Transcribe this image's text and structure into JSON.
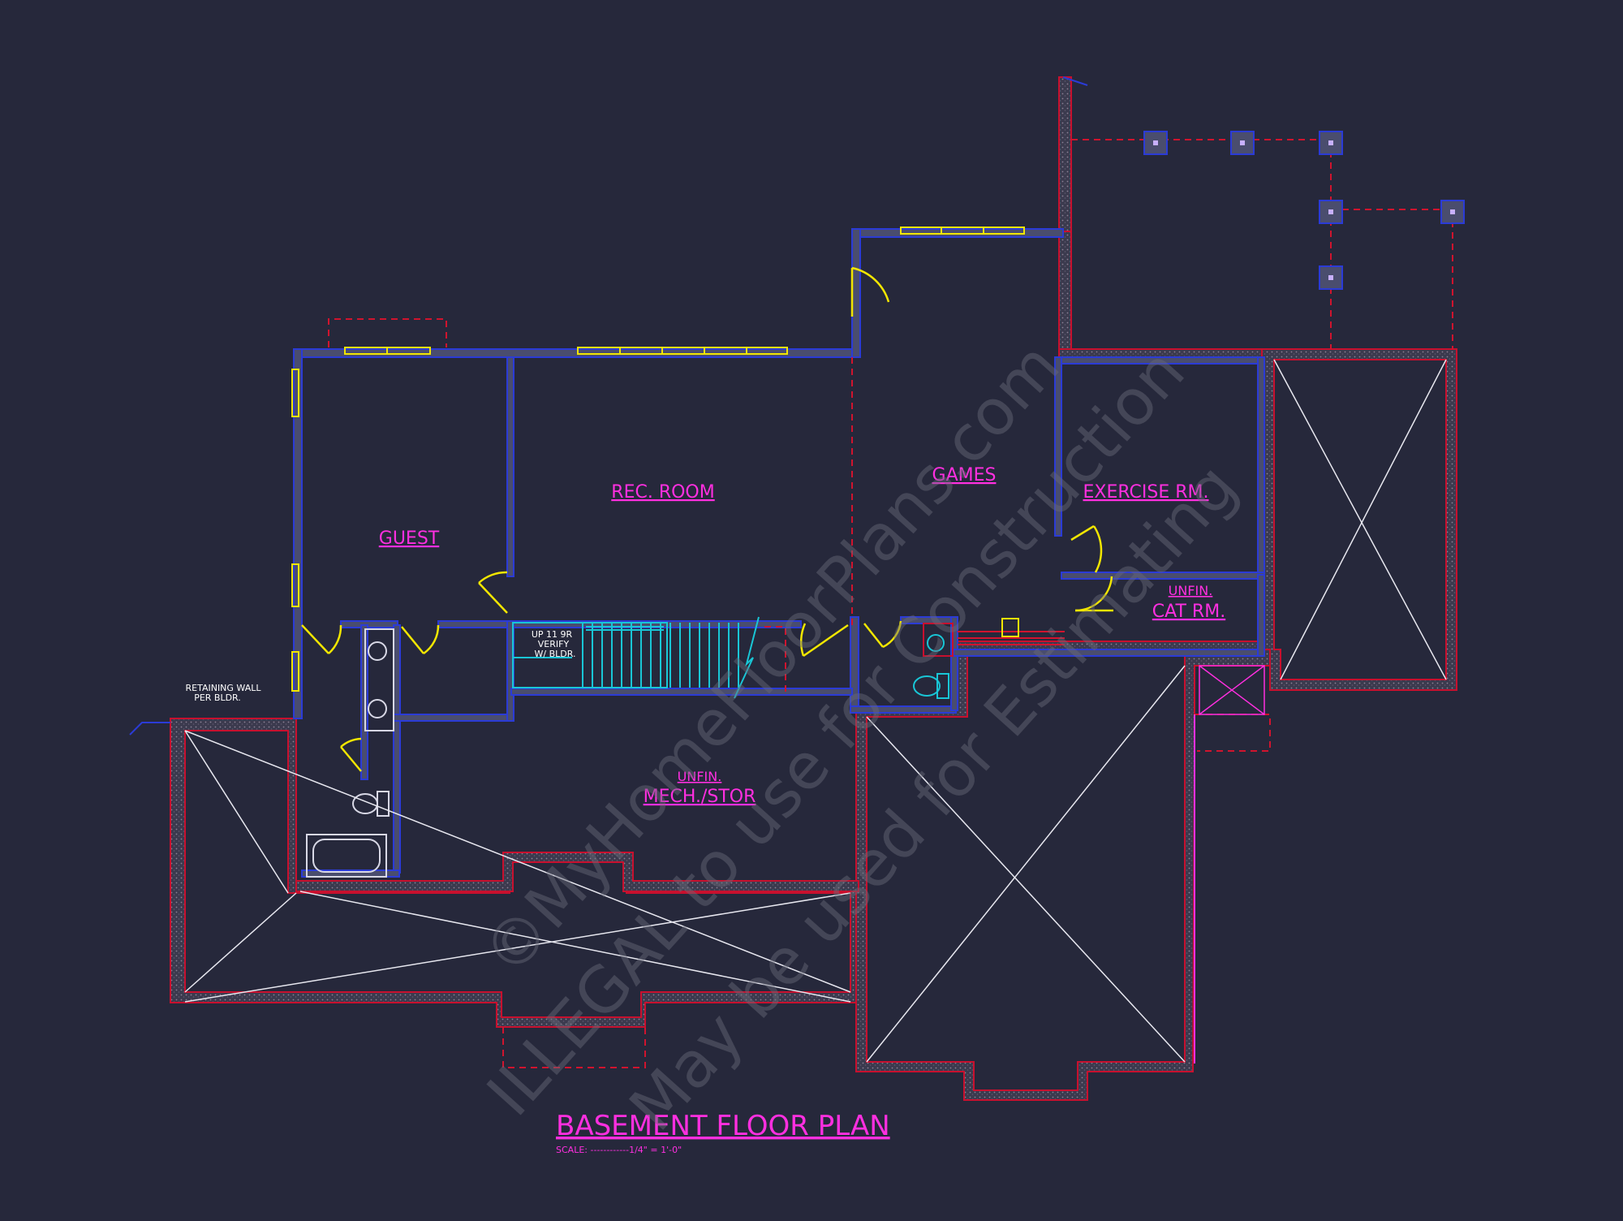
{
  "colors": {
    "background": "#26283b",
    "wall_fill": "#4a4d6e",
    "wall_edge": "#2b3bd6",
    "foundation_fill": "#3b3a4e",
    "foundation_edge": "#c8102e",
    "label": "#ff2fe0",
    "window": "#f2e600",
    "door": "#f2e600",
    "stairs": "#19c6d6",
    "dashed": "#d0142e",
    "cross": "#e8e8f0",
    "watermark": "#6a6b7a",
    "fixture": "#d8d8e6",
    "text_small": "#ffffff"
  },
  "rooms": {
    "guest": "GUEST",
    "rec_room": "REC. ROOM",
    "games": "GAMES",
    "exercise": "EXERCISE RM.",
    "cat_unfin": "UNFIN.",
    "cat_room": "CAT RM.",
    "mech_unfin": "UNFIN.",
    "mech_room": "MECH./STOR"
  },
  "notes": {
    "retaining_1": "RETAINING WALL",
    "retaining_2": "PER BLDR.",
    "stair_1": "UP 11 9R",
    "stair_2": "VERIFY",
    "stair_3": "W/ BLDR."
  },
  "title": {
    "text": "BASEMENT FLOOR PLAN",
    "scale": "SCALE: ------------1/4\" = 1'-0\""
  },
  "watermark": {
    "line_1": "©MyHomeFloorPlans.com",
    "line_2": "ILLEGAL to use for Construction",
    "line_3": "May be used for Estimating"
  }
}
